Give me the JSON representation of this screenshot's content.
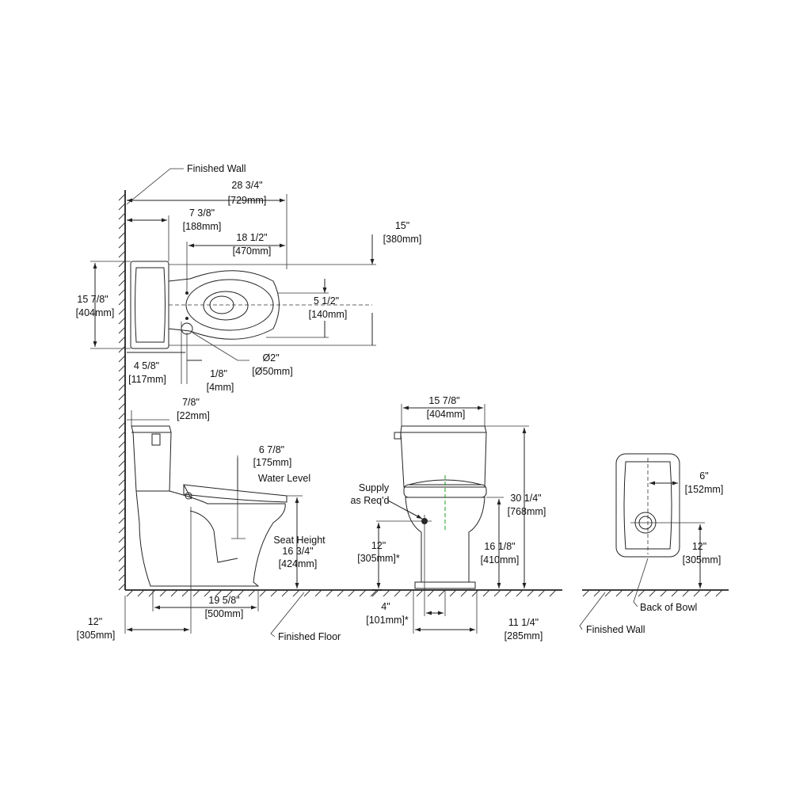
{
  "labels": {
    "finished_wall_top": "Finished Wall",
    "finished_floor": "Finished Floor",
    "finished_wall_right": "Finished Wall",
    "water_level": "Water Level",
    "seat_height": "Seat Height",
    "supply_1": "Supply",
    "supply_2": "as Req'd",
    "back_of_bowl": "Back of Bowl"
  },
  "dims": {
    "d28_in": "28 3/4\"",
    "d28_mm": "[729mm]",
    "d7_3_8_in": "7 3/8\"",
    "d7_3_8_mm": "[188mm]",
    "d18_in": "18 1/2\"",
    "d18_mm": "[470mm]",
    "d15_in": "15\"",
    "d15_mm": "[380mm]",
    "d15_7_8_top_in": "15 7/8\"",
    "d15_7_8_top_mm": "[404mm]",
    "d5_1_2_in": "5 1/2\"",
    "d5_1_2_mm": "[140mm]",
    "d4_5_8_in": "4 5/8\"",
    "d4_5_8_mm": "[117mm]",
    "d1_8_in": "1/8\"",
    "d1_8_mm": "[4mm]",
    "dia_in": "Ø2\"",
    "dia_mm": "[Ø50mm]",
    "d7_8_in": "7/8\"",
    "d7_8_mm": "[22mm]",
    "d6_7_8_in": "6 7/8\"",
    "d6_7_8_mm": "[175mm]",
    "seat_in": "16 3/4\"",
    "seat_mm": "[424mm]",
    "d19_in": "19 5/8\"",
    "d19_mm": "[500mm]",
    "d12_side_in": "12\"",
    "d12_side_mm": "[305mm]",
    "d15_7_8_front_in": "15 7/8\"",
    "d15_7_8_front_mm": "[404mm]",
    "d30_in": "30 1/4\"",
    "d30_mm": "[768mm]",
    "d12_front_in": "12\"",
    "d12_front_mm": "[305mm]*",
    "d16_in": "16 1/8\"",
    "d16_mm": "[410mm]",
    "d4_in": "4\"",
    "d4_mm": "[101mm]*",
    "d11_in": "11 1/4\"",
    "d11_mm": "[285mm]",
    "d6_in": "6\"",
    "d6_mm": "[152mm]",
    "d12_back_in": "12\"",
    "d12_back_mm": "[305mm]"
  }
}
